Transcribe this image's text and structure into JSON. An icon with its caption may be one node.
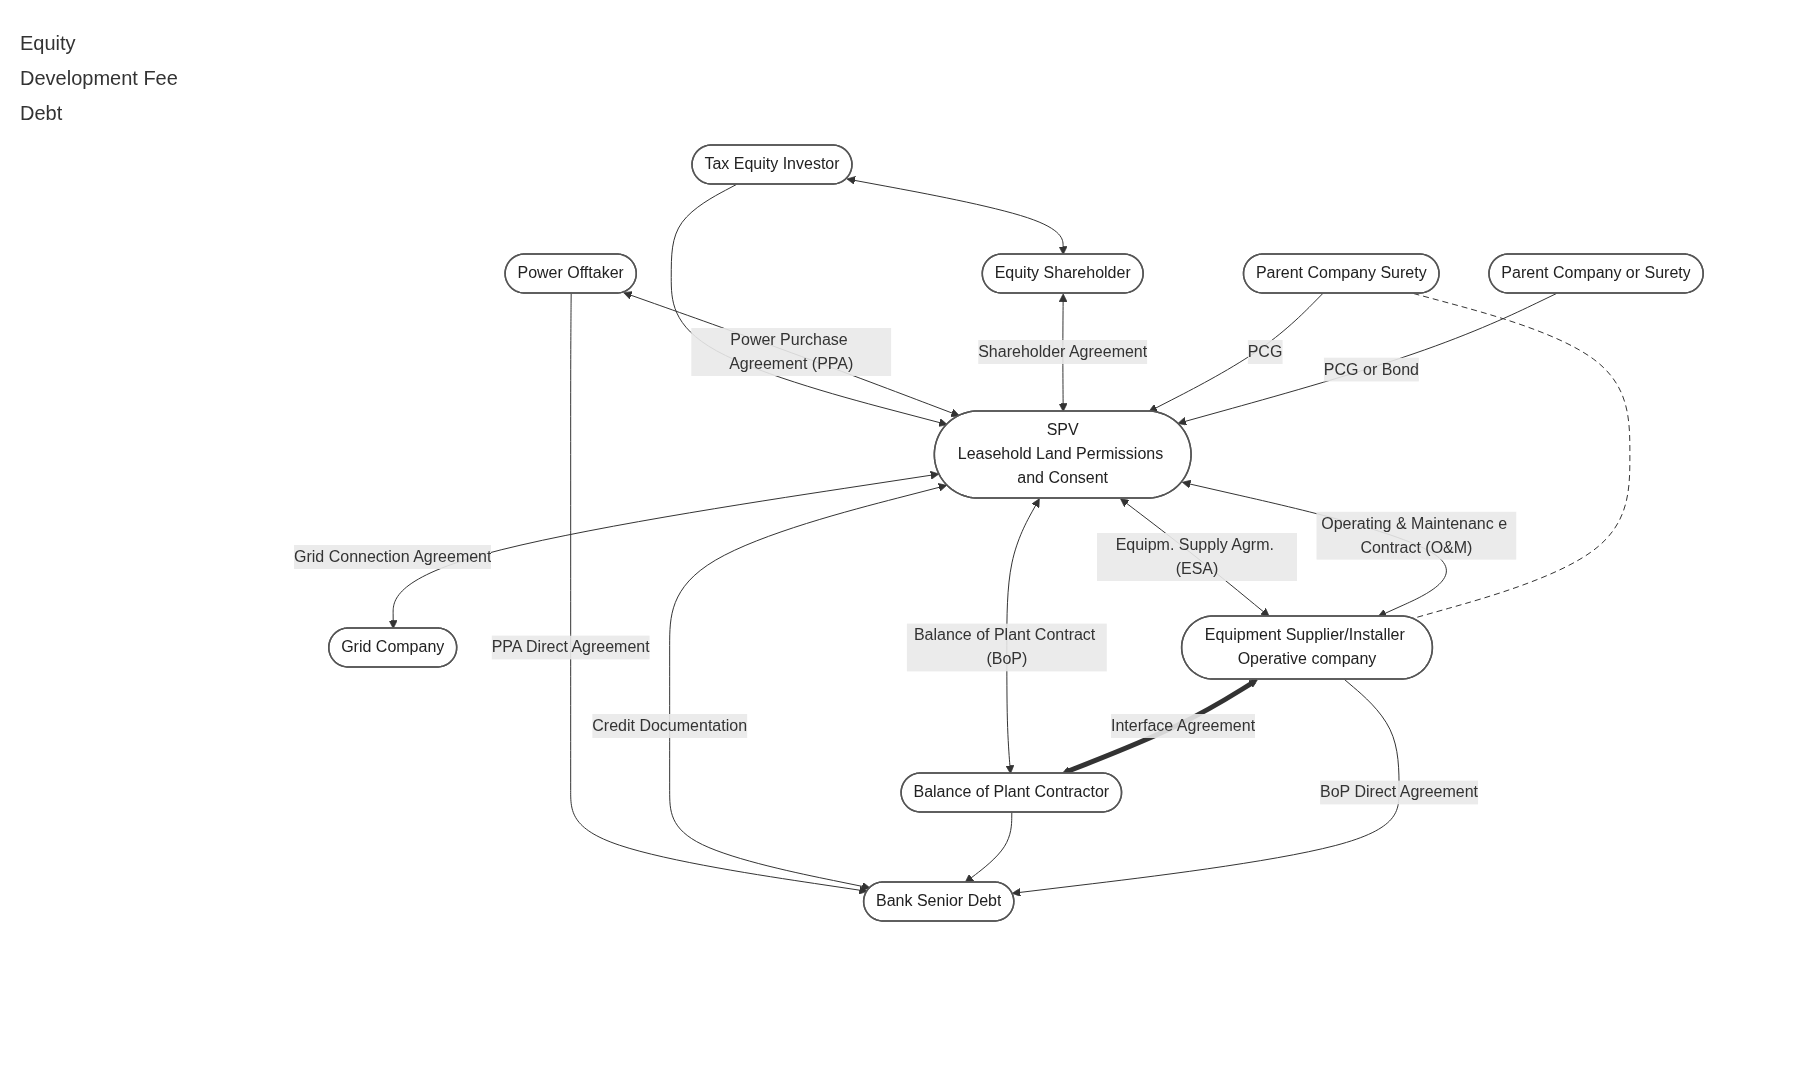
{
  "diagram": {
    "nodes": [
      {
        "text": [
          "Tax Equity Investor"
        ]
      },
      {
        "text": [
          "Power Offtaker"
        ]
      },
      {
        "text": [
          "Equity Shareholder"
        ]
      },
      {
        "text": [
          "SPV",
          "Leasehold Land Permissions and Consent"
        ]
      },
      {
        "text": [
          "Bank Senior Debt"
        ]
      },
      {
        "text": [
          "Grid Company"
        ]
      },
      {
        "text": [
          "Equipment Supplier/Installer Operative company"
        ]
      },
      {
        "text": [
          "Balance of Plant Contractor"
        ]
      },
      {
        "text": [
          "Parent Company Surety"
        ]
      },
      {
        "text": [
          "Parent Company or Surety"
        ]
      }
    ],
    "edges": [
      {
        "from": 0,
        "to": 3,
        "arrow": "to"
      },
      {
        "from": 0,
        "to": 2,
        "arrow": "both"
      },
      {
        "from": 1,
        "to": 3,
        "label": "Power Purchase Agreement (PPA)",
        "arrow": "both"
      },
      {
        "from": 1,
        "to": 4,
        "label": "PPA Direct Agreement",
        "arrow": "to"
      },
      {
        "from": 2,
        "to": 3,
        "label": "Shareholder Agreement",
        "arrow": "both"
      },
      {
        "from": 3,
        "to": 4,
        "label": "Credit Documentation",
        "arrow": "both"
      },
      {
        "from": 3,
        "to": 5,
        "label": "Grid Connection Agreement",
        "arrow": "both"
      },
      {
        "from": 8,
        "to": 3,
        "label": "PCG",
        "arrow": "to"
      },
      {
        "from": 3,
        "to": 6,
        "label": "Equipm. Supply Agrm. (ESA)",
        "arrow": "both"
      },
      {
        "from": 3,
        "to": 6,
        "label": "Operating & Maintenanc e Contract (O&M)",
        "arrow": "both"
      },
      {
        "from": 3,
        "to": 7,
        "label": "Balance of Plant Contract (BoP)",
        "arrow": "both"
      },
      {
        "from": 9,
        "to": 3,
        "label": "PCG or Bond",
        "arrow": "to"
      },
      {
        "from": 7,
        "to": 4,
        "arrow": "to"
      },
      {
        "from": 6,
        "to": 4,
        "label": "BoP Direct Agreement",
        "arrow": "to"
      },
      {
        "from": 6,
        "to": 7,
        "label": "Interface Agreement",
        "arrow": "both",
        "style": "thick"
      },
      {
        "from": 8,
        "to": 6,
        "arrow": "none",
        "style": "dashed"
      }
    ],
    "labels": [
      "Equity",
      "Development Fee",
      "Debt"
    ]
  }
}
